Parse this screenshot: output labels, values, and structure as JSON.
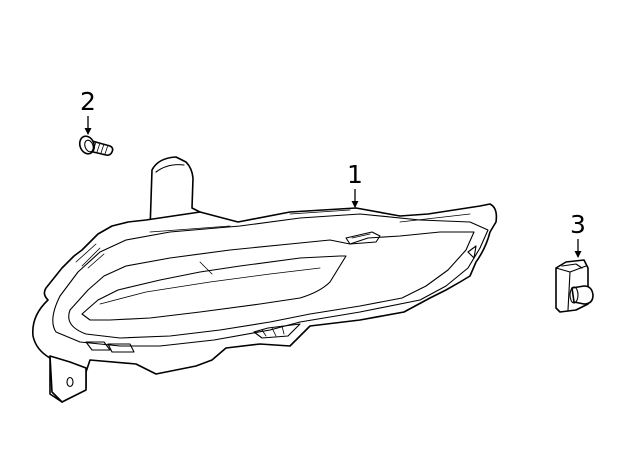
{
  "callouts": {
    "part1": "1",
    "part2": "2",
    "part3": "3"
  },
  "parts": {
    "part1": "fog-lamp-assembly",
    "part2": "screw",
    "part3": "bulb-socket"
  }
}
